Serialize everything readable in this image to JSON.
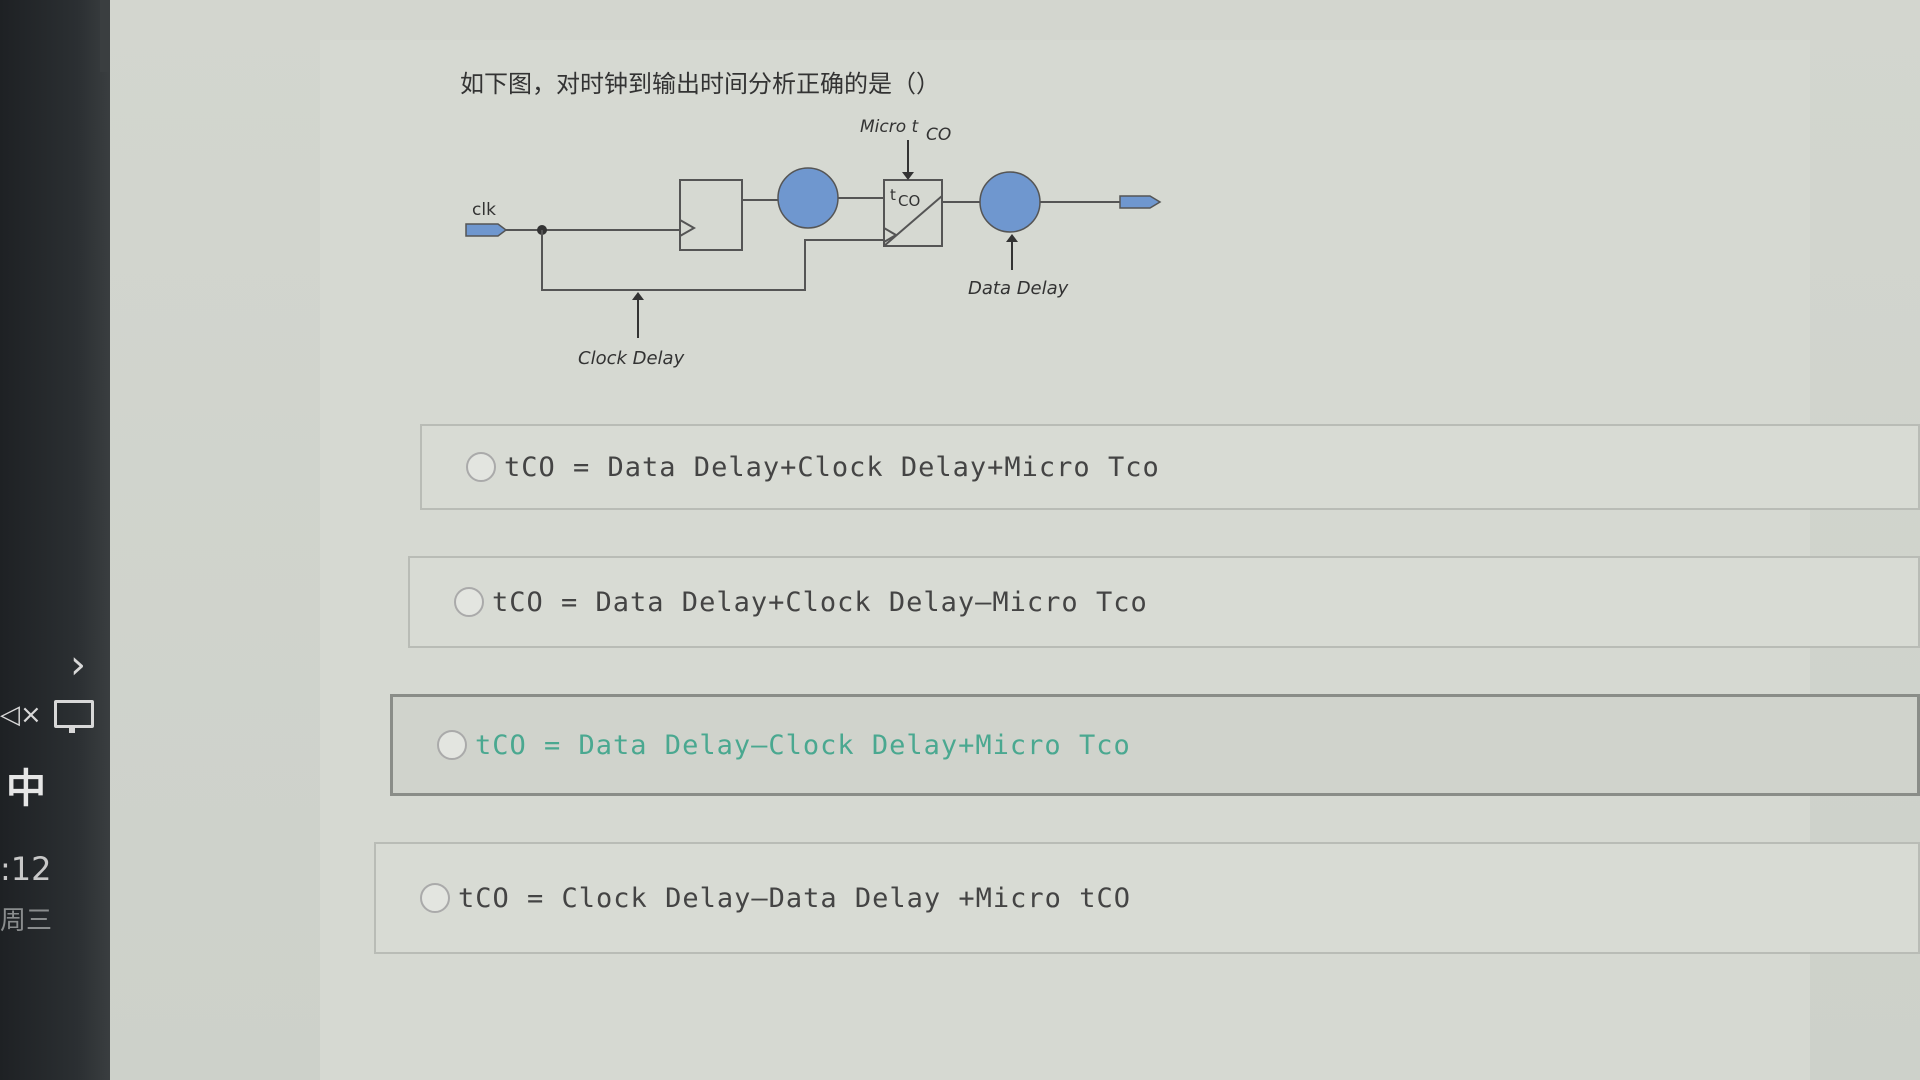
{
  "taskbar": {
    "chevron": "›",
    "volume_icon": "◁×",
    "ime": "中",
    "time": ":12",
    "date": "周三"
  },
  "question": {
    "text": "如下图，对时钟到输出时间分析正确的是（）"
  },
  "diagram": {
    "clk_label": "clk",
    "micro_label": "Micro t",
    "micro_sub": "CO",
    "tco_box_label": "t",
    "tco_box_sub": "CO",
    "data_delay_label": "Data Delay",
    "clock_delay_label": "Clock Delay",
    "colors": {
      "signal": "#6f97cf",
      "line": "#555555"
    }
  },
  "options": [
    {
      "text": "tCO = Data Delay+Clock Delay+Micro Tco",
      "selected": false
    },
    {
      "text": "tCO = Data Delay+Clock Delay—Micro Tco",
      "selected": false
    },
    {
      "text": "tCO = Data Delay—Clock Delay+Micro Tco",
      "selected": true
    },
    {
      "text": "tCO = Clock Delay—Data Delay +Micro tCO",
      "selected": false
    }
  ],
  "colors": {
    "selected_text": "#4aa890",
    "normal_text": "#444444"
  }
}
